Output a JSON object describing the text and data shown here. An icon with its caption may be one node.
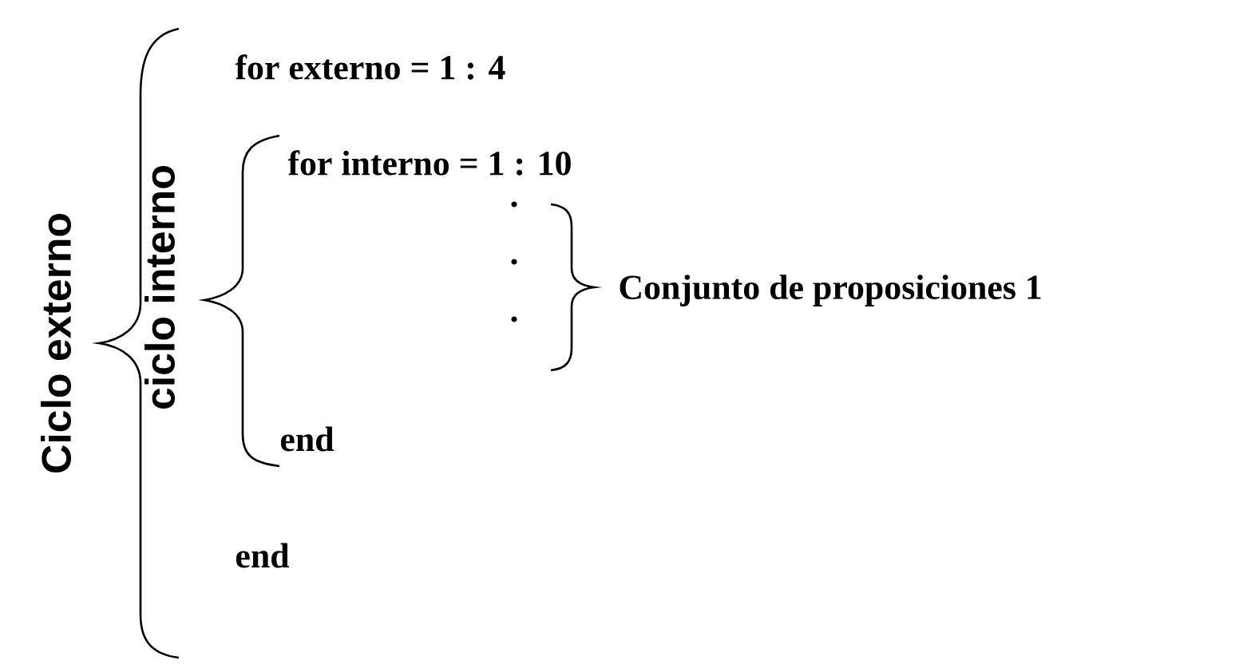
{
  "diagram": {
    "labels": [
      "Ciclo externo",
      "for   externo = 1 : 4",
      "ciclo interno",
      "for  interno = 1 : 10",
      ".",
      ".",
      ".",
      "Conjunto de proposiciones 1",
      "end",
      "end"
    ]
  }
}
